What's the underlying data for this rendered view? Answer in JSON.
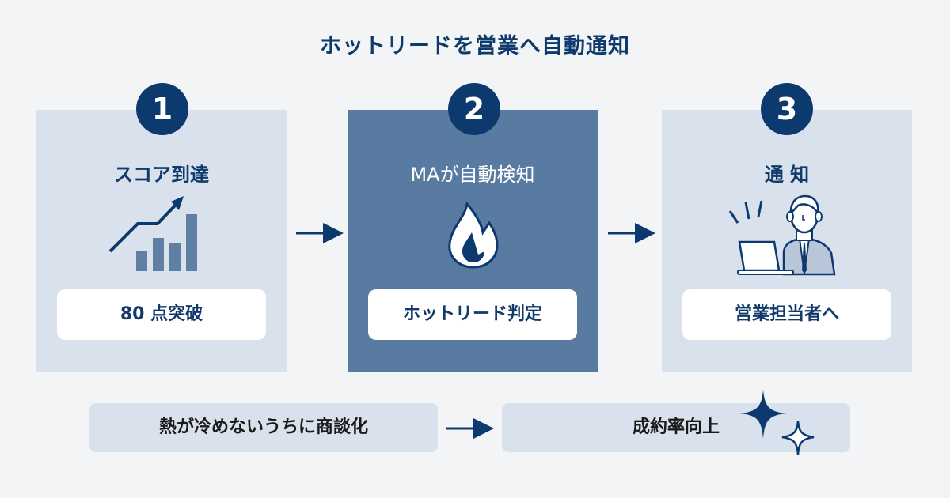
{
  "title": "ホットリードを営業へ自動通知",
  "steps": [
    {
      "number": "1",
      "title": "スコア到達",
      "label": "80 点突破",
      "icon": "rising-chart-icon"
    },
    {
      "number": "2",
      "title": "MAが自動検知",
      "label": "ホットリード判定",
      "icon": "flame-icon"
    },
    {
      "number": "3",
      "title": "通 知",
      "label": "営業担当者へ",
      "icon": "salesperson-laptop-icon"
    }
  ],
  "bottom": {
    "left": "熱が冷めないうちに商談化",
    "right": "成約率向上"
  },
  "colors": {
    "navy": "#0d3a6e",
    "card_light": "#d9e2ec",
    "card_dark": "#5a7ba1",
    "background": "#f3f4f6"
  }
}
